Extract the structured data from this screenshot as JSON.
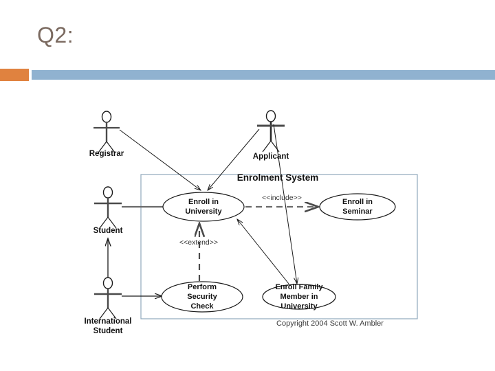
{
  "slide": {
    "title": "Q2:",
    "title_color": "#7b6a60",
    "accent_orange": "#e0823f",
    "accent_blue": "#90b2d0"
  },
  "diagram": {
    "kind": "uml-use-case-diagram",
    "system_boundary_label": "Enrolment System",
    "system_boundary_color": "#8fa8bc",
    "copyright": "Copyright 2004 Scott W. Ambler",
    "actors": [
      {
        "id": "registrar",
        "label": "Registrar"
      },
      {
        "id": "applicant",
        "label": "Applicant"
      },
      {
        "id": "student",
        "label": "Student"
      },
      {
        "id": "international-student",
        "label": "International\nStudent"
      },
      {
        "id": "international-student-line1",
        "label": "International"
      },
      {
        "id": "international-student-line2",
        "label": "Student"
      }
    ],
    "use_cases": [
      {
        "id": "enroll-in-university",
        "line1": "Enroll in",
        "line2": "University",
        "line3": ""
      },
      {
        "id": "enroll-in-seminar",
        "line1": "Enroll in",
        "line2": "Seminar",
        "line3": ""
      },
      {
        "id": "perform-security-check",
        "line1": "Perform",
        "line2": "Security",
        "line3": "Check"
      },
      {
        "id": "enroll-family-member",
        "line1": "Enroll Family",
        "line2": "Member in",
        "line3": "University"
      }
    ],
    "stereotypes": [
      {
        "id": "include",
        "label": "<<include>>"
      },
      {
        "id": "extend",
        "label": "<<extend>>"
      }
    ],
    "relationships": [
      {
        "from": "registrar",
        "to": "enroll-in-university",
        "type": "association"
      },
      {
        "from": "applicant",
        "to": "enroll-in-university",
        "type": "association"
      },
      {
        "from": "student",
        "to": "enroll-in-university",
        "type": "association"
      },
      {
        "from": "international-student",
        "to": "perform-security-check",
        "type": "association"
      },
      {
        "from": "international-student",
        "to": "student",
        "type": "generalization"
      },
      {
        "from": "enroll-in-university",
        "to": "enroll-in-seminar",
        "type": "include"
      },
      {
        "from": "perform-security-check",
        "to": "enroll-in-university",
        "type": "extend"
      },
      {
        "from": "enroll-family-member",
        "to": "enroll-in-university",
        "type": "extend"
      },
      {
        "from": "applicant",
        "to": "enroll-family-member",
        "type": "association"
      }
    ]
  }
}
